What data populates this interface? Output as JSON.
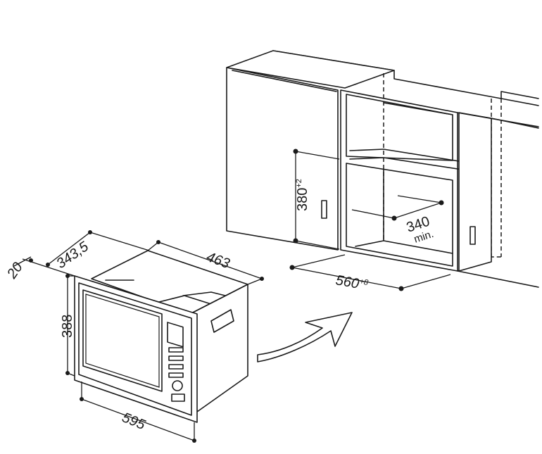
{
  "dimensions": {
    "cabinet_height": {
      "value": "380",
      "tolerance": "+2"
    },
    "cabinet_depth": {
      "value": "340",
      "note": "min."
    },
    "cabinet_width": {
      "value": "560",
      "tolerance": "+8"
    },
    "oven_frame_depth": "20",
    "oven_depth": "343,5",
    "oven_top_width": "463",
    "oven_height": "388",
    "oven_front_width": "595"
  },
  "colors": {
    "line": "#1a1a1a",
    "background": "#ffffff"
  },
  "icons": {
    "insertion_arrow": "curved-arrow-icon"
  }
}
